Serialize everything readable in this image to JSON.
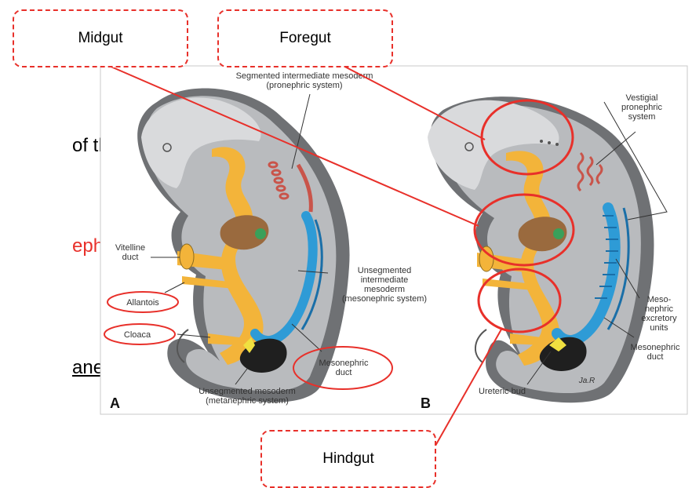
{
  "slide_fragments": {
    "line1": "of the",
    "line2": "ephric",
    "line3": "ane."
  },
  "callouts": {
    "midgut": "Midgut",
    "foregut": "Foregut",
    "hindgut": "Hindgut"
  },
  "panel_a": {
    "letter": "A",
    "seg_mesoderm_1": "Segmented intermediate mesoderm",
    "seg_mesoderm_2": "(pronephric system)",
    "vitelline_1": "Vitelline",
    "vitelline_2": "duct",
    "allantois": "Allantois",
    "cloaca": "Cloaca",
    "unseg_inter_1": "Unsegmented",
    "unseg_inter_2": "intermediate",
    "unseg_inter_3": "mesoderm",
    "unseg_inter_4": "(mesonephric system)",
    "mesonephric_duct_1": "Mesonephric",
    "mesonephric_duct_2": "duct",
    "unseg_meso_1": "Unsegmented mesoderm",
    "unseg_meso_2": "(metanephric system)"
  },
  "panel_b": {
    "letter": "B",
    "vestigial_1": "Vestigial",
    "vestigial_2": "pronephric",
    "vestigial_3": "system",
    "meso_units_1": "Meso-",
    "meso_units_2": "nephric",
    "meso_units_3": "excretory",
    "meso_units_4": "units",
    "mesonephric_duct_1": "Mesonephric",
    "mesonephric_duct_2": "duct",
    "ureteric_bud": "Ureteric bud",
    "signature": "Ja.R"
  },
  "colors": {
    "annotation_red": "#e8302a",
    "slide_red_text": "#e8302a",
    "embryo_gray": "#b9bbbe",
    "embryo_dark": "#6f7174",
    "mesoderm_yellow": "#f3b43a",
    "duct_blue": "#2e9bd6",
    "pronephric_red": "#c9544a",
    "liver_brown": "#9a6a3e",
    "cloaca_black": "#1f1f1f",
    "green": "#3aa05a"
  }
}
